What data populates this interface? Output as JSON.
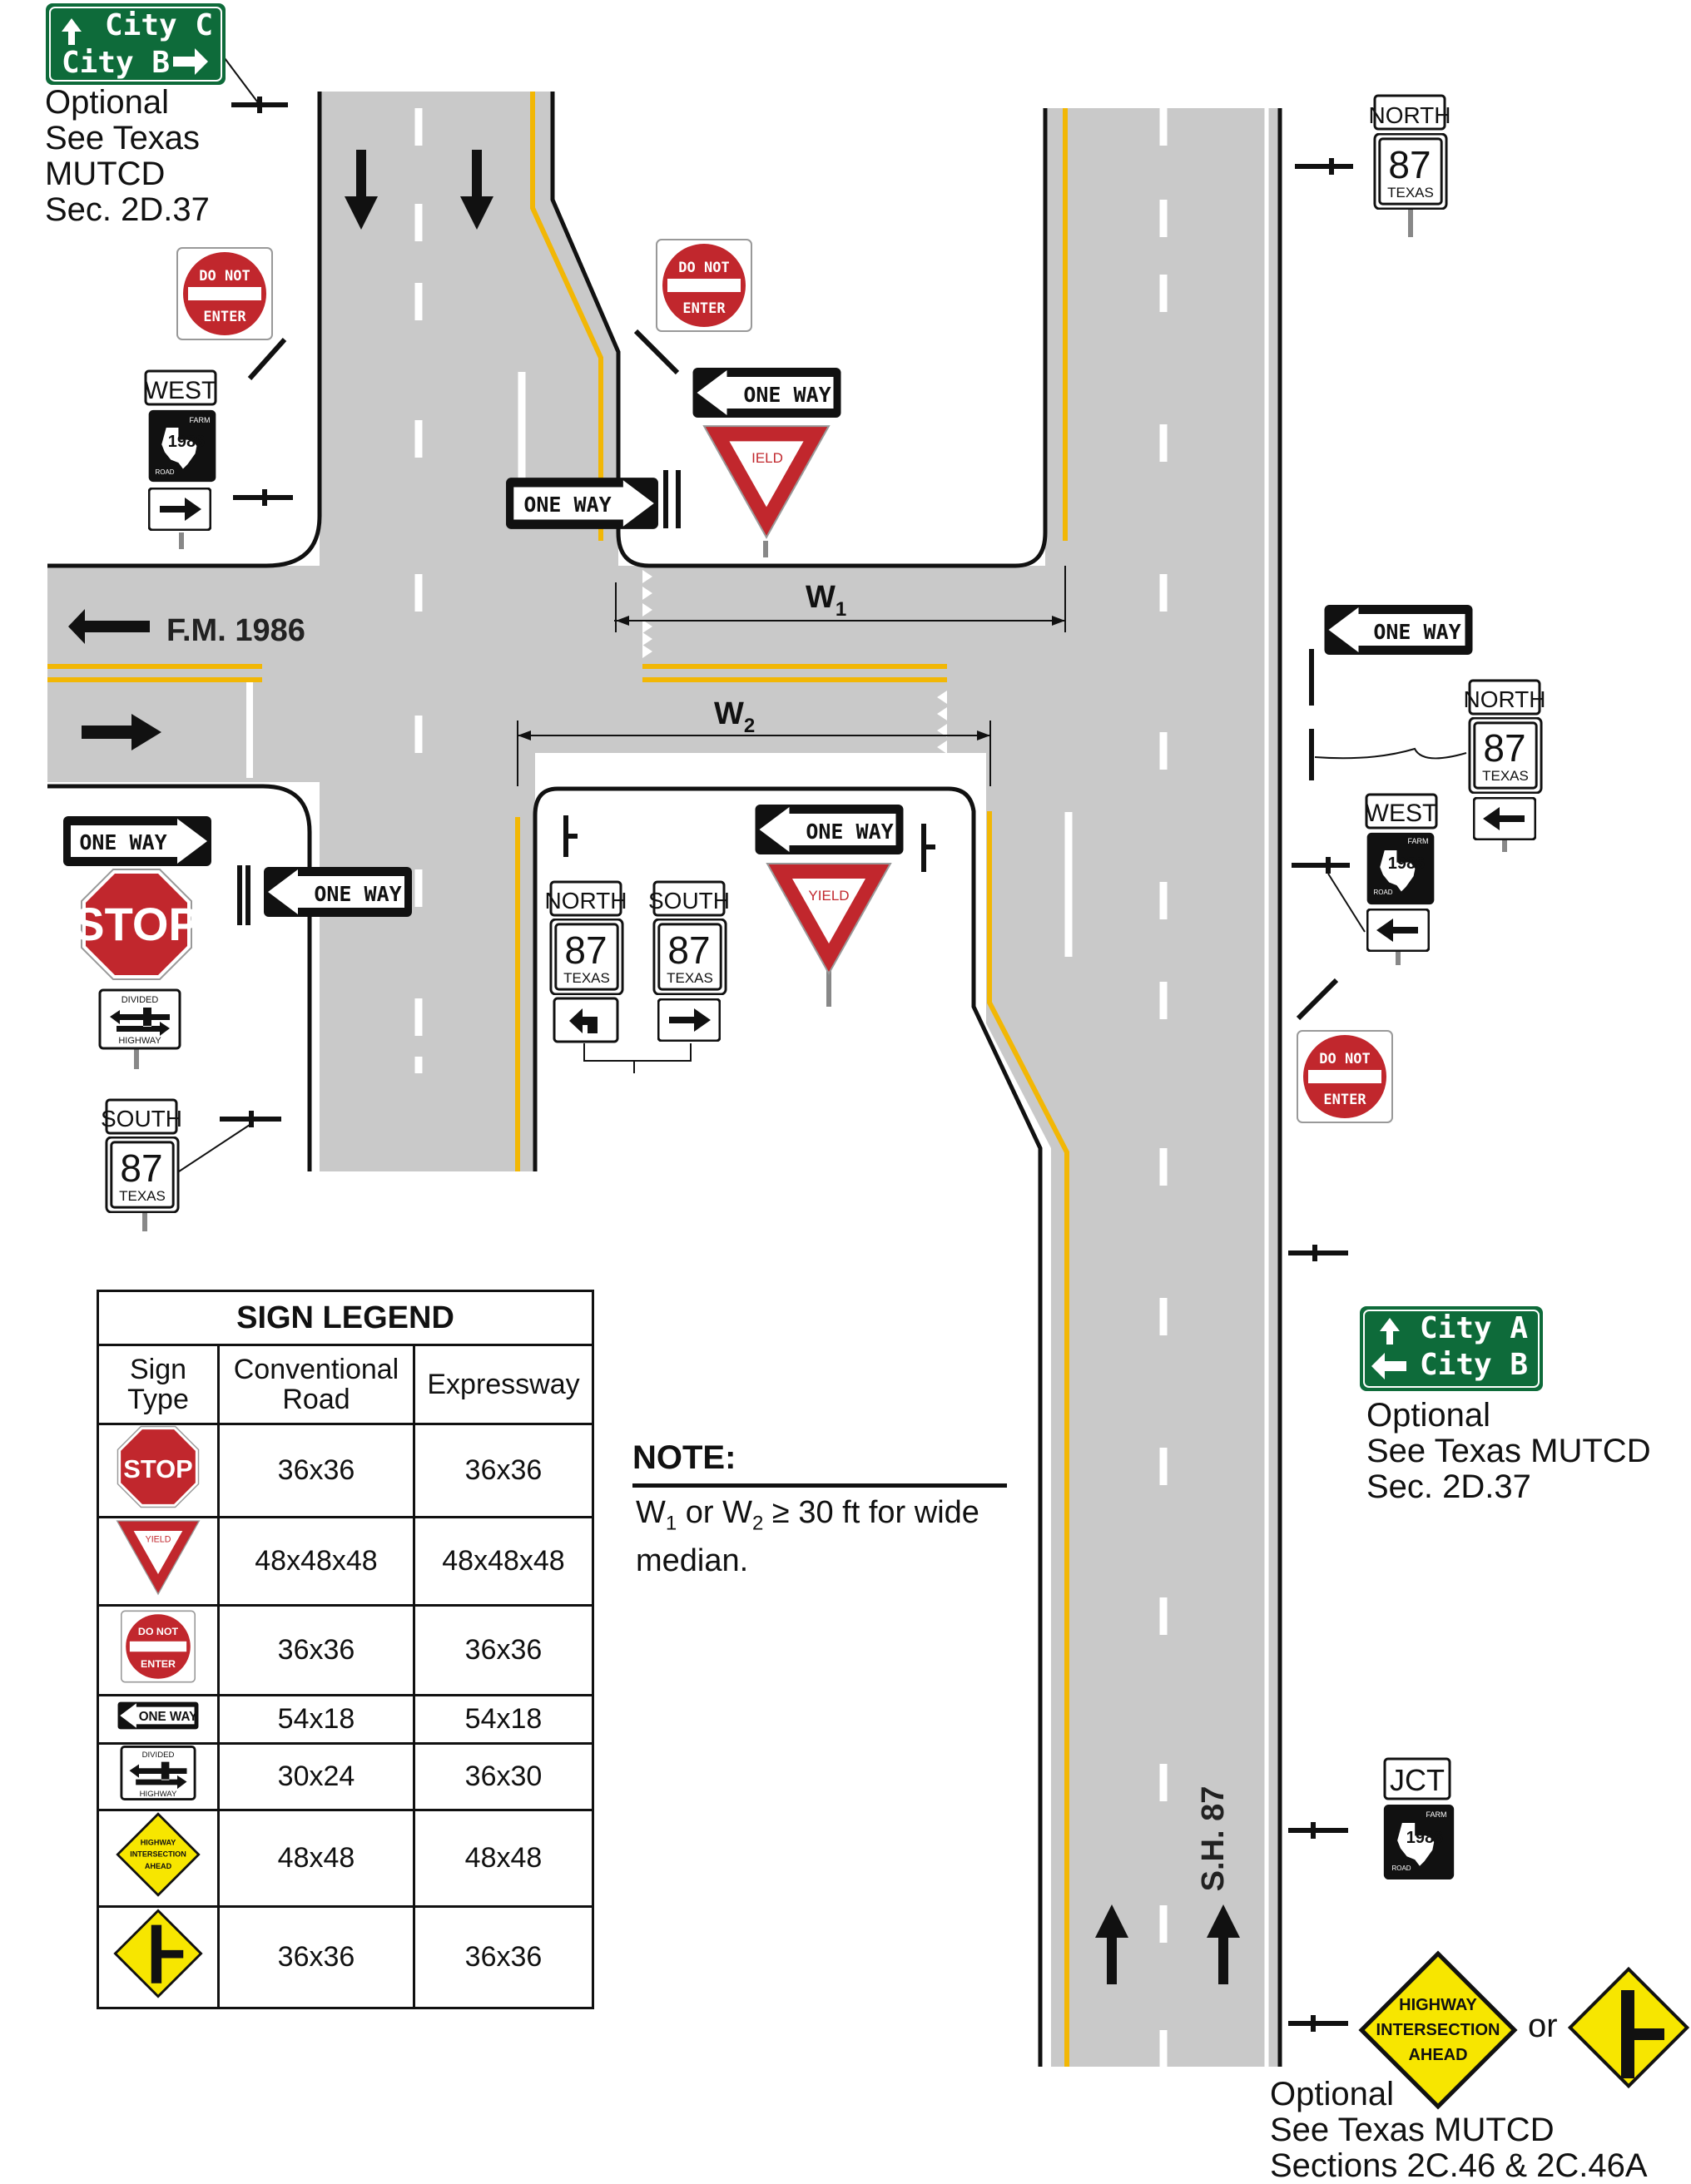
{
  "roads": {
    "fm1986": "F.M. 1986",
    "sh87": "S.H. 87"
  },
  "dimensions": {
    "w1_letter": "W",
    "w1_sub": "1",
    "w2_letter": "W",
    "w2_sub": "2"
  },
  "signs": {
    "one_way": "ONE WAY",
    "do_not": "DO NOT",
    "enter": "ENTER",
    "yield": "YIELD",
    "yield_partial": "IELD",
    "stop": "STOP",
    "north": "NORTH",
    "south": "SOUTH",
    "west": "WEST",
    "jct": "JCT",
    "route_87": "87",
    "texas": "TEXAS",
    "fm_route": "1986",
    "farm": "FARM",
    "road": "ROAD",
    "divided": "DIVIDED",
    "highway": "HIGHWAY",
    "intersection": "INTERSECTION",
    "ahead": "AHEAD",
    "or": "or"
  },
  "guide_signs": {
    "top_left": {
      "line1": "City C",
      "line2": "City B"
    },
    "right": {
      "line1": "City A",
      "line2": "City B"
    }
  },
  "optional_notes": {
    "top_left": "Optional\nSee Texas\nMUTCD\nSec. 2D.37",
    "right": "Optional\nSee Texas MUTCD\nSec. 2D.37",
    "bottom": "Optional\nSee Texas MUTCD\nSections 2C.46 & 2C.46A"
  },
  "note": {
    "title": "NOTE:",
    "w1": "W",
    "s1": "1",
    "or": " or W",
    "s2": "2",
    "rest": " ≥ 30 ft for wide median."
  },
  "legend": {
    "title": "SIGN LEGEND",
    "col_sign_type": "Sign Type",
    "col_conventional": "Conventional Road",
    "col_expressway": "Expressway",
    "rows": [
      {
        "icon": "stop-sign-icon",
        "conventional": "36x36",
        "expressway": "36x36"
      },
      {
        "icon": "yield-sign-icon",
        "conventional": "48x48x48",
        "expressway": "48x48x48"
      },
      {
        "icon": "do-not-enter-sign-icon",
        "conventional": "36x36",
        "expressway": "36x36"
      },
      {
        "icon": "one-way-sign-icon",
        "conventional": "54x18",
        "expressway": "54x18"
      },
      {
        "icon": "divided-highway-sign-icon",
        "conventional": "30x24",
        "expressway": "36x30"
      },
      {
        "icon": "highway-intersection-ahead-sign-icon",
        "conventional": "48x48",
        "expressway": "48x48"
      },
      {
        "icon": "side-road-warning-sign-icon",
        "conventional": "36x36",
        "expressway": "36x36"
      }
    ]
  },
  "colors": {
    "pavement": "#c9c9c9",
    "yellow_line": "#f2b705",
    "guide_green": "#0e6b3a",
    "sign_red": "#c1272d",
    "warning_yellow": "#f7e600"
  }
}
